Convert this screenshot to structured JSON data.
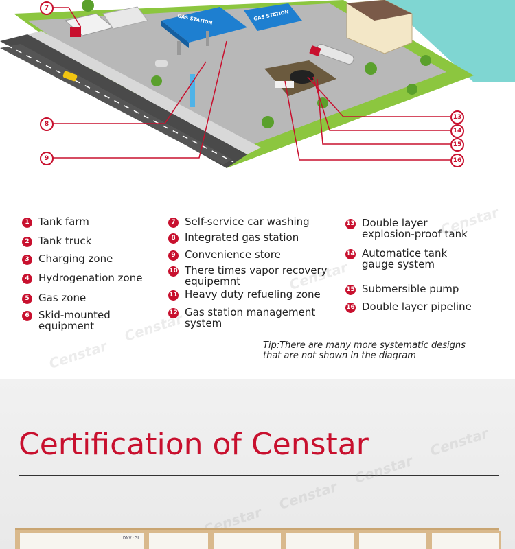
{
  "diagram": {
    "signs": {
      "gas_station_1": "GAS STATION",
      "gas_station_2": "GAS STATION"
    },
    "callouts": [
      "7",
      "8",
      "9",
      "13",
      "14",
      "15",
      "16"
    ],
    "colors": {
      "accent": "#c8102e",
      "road": "#4a4a4a",
      "grass": "#8cc63f",
      "water": "#7fd6d2",
      "canopy": "#1e7fd0"
    }
  },
  "legend": {
    "col1": [
      {
        "num": "1",
        "label": "Tank farm"
      },
      {
        "num": "2",
        "label": "Tank truck"
      },
      {
        "num": "3",
        "label": "Charging zone"
      },
      {
        "num": "4",
        "label": "Hydrogenation zone"
      },
      {
        "num": "5",
        "label": "Gas zone"
      },
      {
        "num": "6",
        "label": "Skid-mounted\nequipment"
      }
    ],
    "col2": [
      {
        "num": "7",
        "label": "Self-service car washing"
      },
      {
        "num": "8",
        "label": "Integrated gas station"
      },
      {
        "num": "9",
        "label": "Convenience store"
      },
      {
        "num": "10",
        "label": "There times vapor recovery\nequipemnt"
      },
      {
        "num": "11",
        "label": "Heavy duty refueling zone"
      },
      {
        "num": "12",
        "label": "Gas station management\nsystem"
      }
    ],
    "col3": [
      {
        "num": "13",
        "label": "Double layer\nexplosion-proof tank"
      },
      {
        "num": "14",
        "label": "Automatice tank\ngauge system"
      },
      {
        "num": "15",
        "label": "Submersible pump"
      },
      {
        "num": "16",
        "label": "Double layer pipeline"
      }
    ],
    "tip": "Tip:There are many more systematic designs\nthat are not shown in the diagram"
  },
  "certification": {
    "title": "Certification of Censtar",
    "frames": [
      "DNV·GL",
      "",
      "",
      "",
      "",
      ""
    ]
  },
  "watermark": "Censtar"
}
